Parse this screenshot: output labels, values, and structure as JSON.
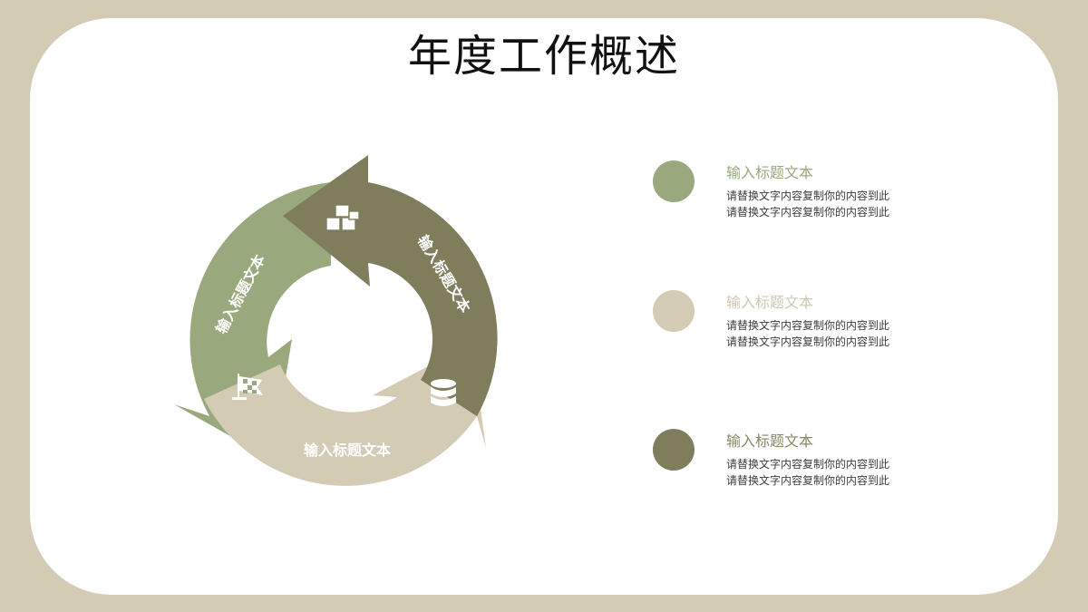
{
  "page": {
    "title": "年度工作概述"
  },
  "cycle": {
    "segments": [
      {
        "label": "输入标题文本",
        "icon": "cubes-icon",
        "color": "#7f7d5c"
      },
      {
        "label": "输入标题文本",
        "icon": "database-icon",
        "color": "#d3cbb4"
      },
      {
        "label": "输入标题文本",
        "icon": "flag-icon",
        "color": "#9aa97d"
      }
    ]
  },
  "legend": [
    {
      "title": "输入标题文本",
      "color": "#9aa97d",
      "title_color": "#9aa97d",
      "lines": [
        "请替换文字内容复制你的内容到此",
        "请替换文字内容复制你的内容到此"
      ]
    },
    {
      "title": "输入标题文本",
      "color": "#d3cbb4",
      "title_color": "#cfc8b2",
      "lines": [
        "请替换文字内容复制你的内容到此",
        "请替换文字内容复制你的内容到此"
      ]
    },
    {
      "title": "输入标题文本",
      "color": "#7f7d5c",
      "title_color": "#8a8766",
      "lines": [
        "请替换文字内容复制你的内容到此",
        "请替换文字内容复制你的内容到此"
      ]
    }
  ]
}
